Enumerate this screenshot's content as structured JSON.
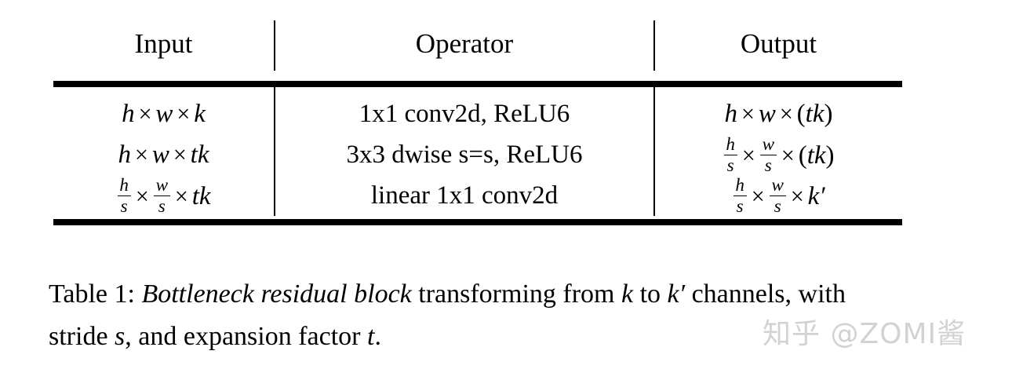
{
  "figure": {
    "columns": [
      "Input",
      "Operator",
      "Output"
    ],
    "rows": [
      {
        "input": "h × w × k",
        "operator": "1x1 conv2d , ReLU6",
        "output": "h × w × (tk)"
      },
      {
        "input": "h × w × tk",
        "operator": "3x3 dwise s=s, ReLU6",
        "output": "h/s × w/s × (tk)"
      },
      {
        "input": "h/s × w/s × tk",
        "operator": "linear 1x1 conv2d",
        "output": "h/s × w/s × k′"
      }
    ],
    "symbols": {
      "h": "h",
      "w": "w",
      "k": "k",
      "k_prime": "k",
      "prime": "′",
      "s": "s",
      "t": "t",
      "tk": "tk",
      "times": "×",
      "lparen": "(",
      "rparen": ")"
    },
    "operator_text": {
      "row1_a": "1x1 conv2d",
      "row1_b": ", ReLU6",
      "row2_a": "3x3 dwise s=",
      "row2_b": ", ReLU6",
      "row3": "linear 1x1 conv2d"
    }
  },
  "caption": {
    "label": "Table 1:",
    "title_italic": "Bottleneck residual block",
    "text_a": "transforming from",
    "sym_k": "k",
    "text_b": "to",
    "sym_k_prime": "k",
    "prime": "′",
    "text_c": "channels, with stride",
    "sym_s": "s",
    "text_d": ", and expansion factor",
    "sym_t": "t",
    "text_e": "."
  },
  "watermark": {
    "text": "知乎 @ZOMI酱",
    "color": "#d2d2d2"
  },
  "colors": {
    "background": "#ffffff",
    "ink": "#000000",
    "rule": "#000000"
  }
}
